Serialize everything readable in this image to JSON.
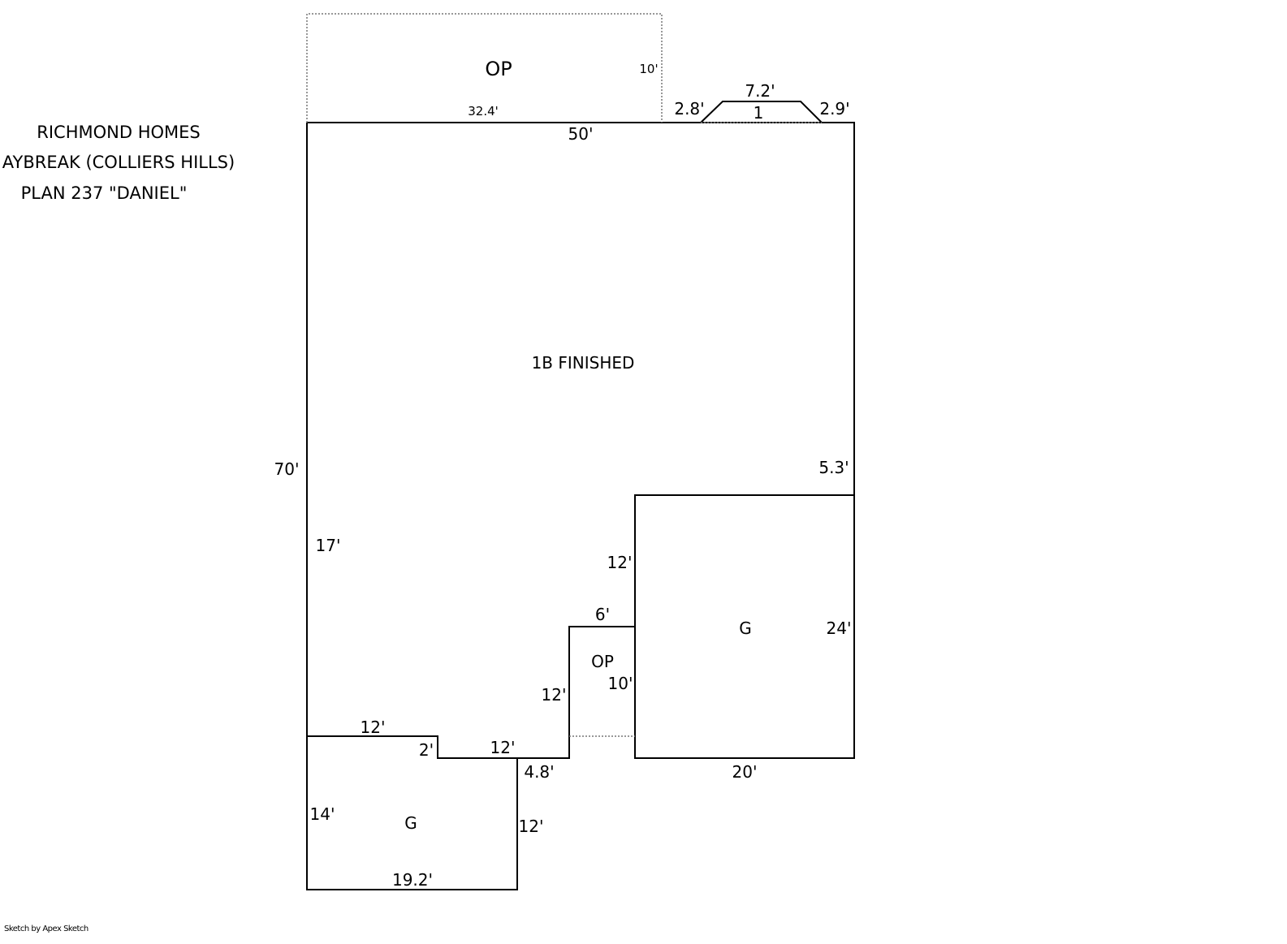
{
  "header": {
    "lines": [
      "RICHMOND HOMES",
      "AYBREAK (COLLIERS HILLS)",
      "PLAN 237 \"DANIEL\""
    ]
  },
  "areas": {
    "main": "1B FINISHED",
    "top_porch": "OP",
    "small_porch": "OP",
    "garage_right": "G",
    "garage_left": "G",
    "bay": "1"
  },
  "dimensions": {
    "top_porch_width": "32.4'",
    "top_porch_depth": "10'",
    "main_top": "50'",
    "bay_left": "2.8'",
    "bay_top": "7.2'",
    "bay_right": "2.9'",
    "main_left": "70'",
    "right_upper": "5.3'",
    "left_lower": "17'",
    "garage_right_left_upper": "12'",
    "small_porch_top": "6'",
    "small_porch_depth": "10'",
    "garage_right_height": "24'",
    "small_porch_left": "12'",
    "step_top": "12'",
    "step_drop": "2'",
    "step_mid": "12'",
    "garage_left_jog": "4.8'",
    "garage_right_width": "20'",
    "garage_left_height": "14'",
    "garage_left_right": "12'",
    "garage_left_width": "19.2'"
  },
  "footer": {
    "credit": "Sketch by Apex Sketch"
  }
}
